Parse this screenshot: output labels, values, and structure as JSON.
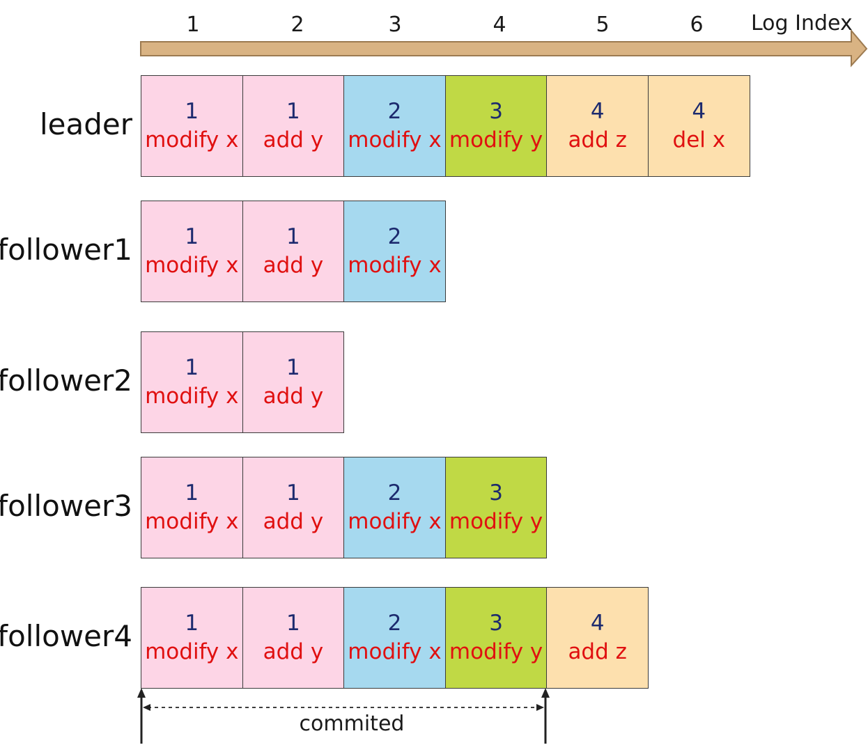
{
  "axis": {
    "title": "Log Index",
    "indices": [
      "1",
      "2",
      "3",
      "4",
      "5",
      "6"
    ],
    "arrow_color": "#d9b383"
  },
  "colors": {
    "term1": "#fdd5e6",
    "term2": "#a6d9ef",
    "term3": "#c0d945",
    "term4": "#fde0ae",
    "term_text": "#1c2a6e",
    "command_text": "#e01010"
  },
  "rows": [
    {
      "label": "leader",
      "entries": [
        {
          "term": "1",
          "command": "modify x"
        },
        {
          "term": "1",
          "command": "add y"
        },
        {
          "term": "2",
          "command": "modify x"
        },
        {
          "term": "3",
          "command": "modify y"
        },
        {
          "term": "4",
          "command": "add z"
        },
        {
          "term": "4",
          "command": "del x"
        }
      ]
    },
    {
      "label": "follower1",
      "entries": [
        {
          "term": "1",
          "command": "modify x"
        },
        {
          "term": "1",
          "command": "add y"
        },
        {
          "term": "2",
          "command": "modify x"
        }
      ]
    },
    {
      "label": "follower2",
      "entries": [
        {
          "term": "1",
          "command": "modify x"
        },
        {
          "term": "1",
          "command": "add y"
        }
      ]
    },
    {
      "label": "follower3",
      "entries": [
        {
          "term": "1",
          "command": "modify x"
        },
        {
          "term": "1",
          "command": "add y"
        },
        {
          "term": "2",
          "command": "modify x"
        },
        {
          "term": "3",
          "command": "modify y"
        }
      ]
    },
    {
      "label": "follower4",
      "entries": [
        {
          "term": "1",
          "command": "modify x"
        },
        {
          "term": "1",
          "command": "add y"
        },
        {
          "term": "2",
          "command": "modify x"
        },
        {
          "term": "3",
          "command": "modify y"
        },
        {
          "term": "4",
          "command": "add z"
        }
      ]
    }
  ],
  "commit": {
    "label": "commited"
  }
}
